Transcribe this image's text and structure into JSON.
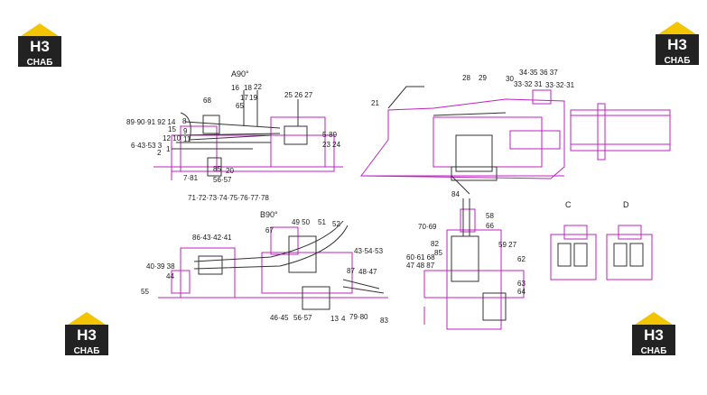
{
  "logo": {
    "mark": "H3",
    "text": "CHAБ"
  },
  "colors": {
    "outline": "#c020c0",
    "line": "#333333",
    "logo_yellow": "#f2c500",
    "logo_dark": "#222222"
  },
  "view_a": {
    "title": "A90°",
    "labels": {
      "l16": "16",
      "l18": "18",
      "l22": "22",
      "l17": "17",
      "l19": "19",
      "l65": "65",
      "l68": "68",
      "l252627": "25 26 27",
      "l89": "89·90·91 92 14",
      "l8": "8",
      "l15": "15",
      "l9": "9",
      "l1210": "12 10",
      "l11": "11",
      "l6": "6·43·53 3",
      "l2": "2",
      "l1": "1",
      "l589": "5·89",
      "l2324": "23 24",
      "l85": "85",
      "l20": "20",
      "l781": "7·81",
      "l5657": "56·57",
      "l7178": "71·72·73·74·75·76·77·78"
    }
  },
  "view_b": {
    "title": "B90°",
    "labels": {
      "l4950": "49 50",
      "l51": "51",
      "l52": "52",
      "l67": "67",
      "l86": "86·43·42·41",
      "l4354": "43·54·53",
      "l40": "40·39 38",
      "l44": "44",
      "l55": "55",
      "l87": "87",
      "l48": "48·47",
      "l4645": "46·45",
      "l5657": "56·57",
      "l13": "13",
      "l4": "4",
      "l7980": "79·80",
      "l83": "83"
    }
  },
  "view_top": {
    "labels": {
      "l21": "21",
      "l28": "28",
      "l29": "29",
      "l30": "30",
      "l3437": "34·35 36 37",
      "l333231a": "33·32 31",
      "l333231b": "33·32·31"
    }
  },
  "view_front": {
    "labels": {
      "l84": "84",
      "l58": "58",
      "l66": "66",
      "l7069": "70·69",
      "l82": "82",
      "l5927": "59 27",
      "l6061": "60·61 68",
      "l85": "85",
      "l4748": "47 48 87",
      "l62": "62",
      "l63": "63",
      "l64": "64"
    }
  },
  "view_c": {
    "title": "C"
  },
  "view_d": {
    "title": "D"
  }
}
